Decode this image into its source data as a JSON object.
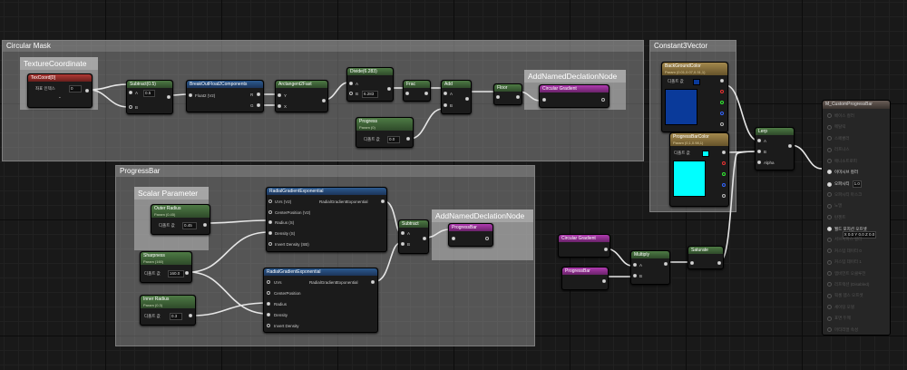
{
  "comments": {
    "circular_mask": "Circular Mask",
    "progress_bar": "ProgressBar",
    "constant3vector": "Constant3Vector"
  },
  "subcomments": {
    "texcoord": "TextureCoordinate",
    "scalar": "Scalar Parameter",
    "named1": "AddNamedDeclationNode",
    "named2": "AddNamedDeclationNode"
  },
  "nodes": {
    "texcoord": {
      "title": "TexCoord[0]",
      "row": "좌표 인덱스",
      "value": "0"
    },
    "subtract1": {
      "title": "Subtract(0.5)",
      "a": "A",
      "b": "B",
      "bval": "0.5"
    },
    "breakout": {
      "title": "BreakOutFloat2Components",
      "in": "Float2 (V2)",
      "r": "R",
      "g": "G"
    },
    "arctan": {
      "title": "Arctangent2Fast",
      "y": "Y",
      "x": "X"
    },
    "divide": {
      "title": "Divide(6.283)",
      "a": "A",
      "b": "B",
      "bval": "6.283"
    },
    "frac": {
      "title": "Frac"
    },
    "add": {
      "title": "Add",
      "a": "A",
      "b": "B"
    },
    "floor": {
      "title": "Floor"
    },
    "named_circular": {
      "title": "Circular Gradient"
    },
    "progress_param": {
      "title": "Progress",
      "sub": "Param (0)",
      "row": "디폴트 값",
      "value": "0.0"
    },
    "outer_radius": {
      "title": "Outer Radius",
      "sub": "Param (0.45)",
      "row": "디폴트 값",
      "value": "0.45"
    },
    "sharpness": {
      "title": "Sharpness",
      "sub": "Param (160)",
      "row": "디폴트 값",
      "value": "160.0"
    },
    "inner_radius": {
      "title": "Inner Radius",
      "sub": "Param (0.3)",
      "row": "디폴트 값",
      "value": "0.3"
    },
    "rge1": {
      "title": "RadialGradientExponential",
      "uvs": "UVs (V2)",
      "center": "CenterPosition (V2)",
      "radius": "Radius (S)",
      "density": "Density (S)",
      "invert": "Invert Density (SB)",
      "out": "RadialGradientExponential"
    },
    "rge2": {
      "title": "RadialGradientExponential",
      "uvs": "UVs",
      "center": "CenterPosition",
      "radius": "Radius",
      "density": "Density",
      "invert": "Invert Density",
      "out": "RadialGradientExponential"
    },
    "subtract2": {
      "title": "Subtract",
      "a": "A",
      "b": "B"
    },
    "named_progress": {
      "title": "ProgressBar"
    },
    "bg_color": {
      "title": "BackGroundColor",
      "sub": "Param (0.01,0.07,0.31,1)",
      "row": "디폴트 값"
    },
    "pb_color": {
      "title": "ProgressBarColor",
      "sub": "Param (0,1,0.98,1)",
      "row": "디폴트 값"
    },
    "lerp": {
      "title": "Lerp",
      "a": "A",
      "b": "B",
      "alpha": "Alpha"
    },
    "get_circular": {
      "title": "Circular Gradient"
    },
    "get_progress": {
      "title": "ProgressBar"
    },
    "multiply": {
      "title": "Multiply",
      "a": "A",
      "b": "B"
    },
    "saturate": {
      "title": "Saturate"
    }
  },
  "result": {
    "title": "M_CustomProgressBar",
    "rows": [
      {
        "label": "베이스 컬러",
        "on": false
      },
      {
        "label": "메탈릭",
        "on": false
      },
      {
        "label": "스페큘러",
        "on": false
      },
      {
        "label": "러프니스",
        "on": false
      },
      {
        "label": "애니소트로피",
        "on": false
      },
      {
        "label": "이미시브 컬러",
        "on": true
      },
      {
        "label": "오파시티",
        "on": true,
        "value": "1.0"
      },
      {
        "label": "오파시티 마스크",
        "on": false
      },
      {
        "label": "노멀",
        "on": false
      },
      {
        "label": "탄젠트",
        "on": false
      },
      {
        "label": "월드 포지션 오프셋",
        "on": true,
        "value": "X 0.0 Y 0.0 Z 0.0"
      },
      {
        "label": "서브서피스 컬러",
        "on": false
      },
      {
        "label": "커스텀 데이터 0",
        "on": false
      },
      {
        "label": "커스텀 데이터 1",
        "on": false
      },
      {
        "label": "앰비언트 오클루전",
        "on": false
      },
      {
        "label": "리프랙션 (Disabled)",
        "on": false
      },
      {
        "label": "픽셀 뎁스 오프셋",
        "on": false
      },
      {
        "label": "셰이딩 모델",
        "on": false
      },
      {
        "label": "표면 두께",
        "on": false
      },
      {
        "label": "머티리얼 속성",
        "on": false
      }
    ]
  },
  "colors": {
    "bg_swatch": "#0a3a9a",
    "pb_swatch": "#00ffff",
    "wire": "#e6e6e6"
  }
}
